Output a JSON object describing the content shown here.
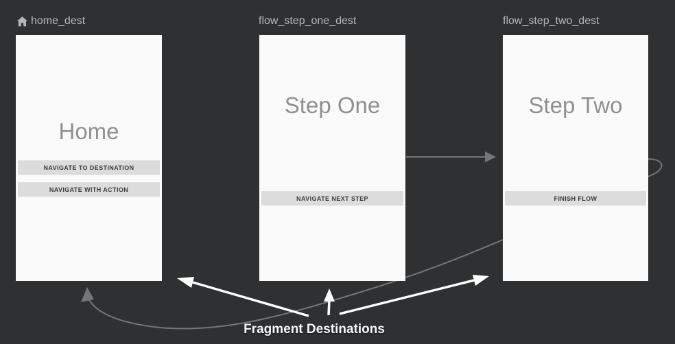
{
  "editor": {
    "kind": "navigation-graph-canvas",
    "background_color": "#2e3032"
  },
  "colors": {
    "card_background": "#fafafa",
    "card_title_text": "#909090",
    "button_background": "#dcdcdc",
    "button_text": "#3d3d3d",
    "destination_label_text": "#b4b7b9",
    "action_arrow": "#73767a",
    "annotation_arrow": "#ffffff"
  },
  "destinations": [
    {
      "id": "home_dest",
      "label": "home_dest",
      "is_start_destination": true,
      "title": "Home",
      "buttons": [
        "NAVIGATE TO DESTINATION",
        "NAVIGATE WITH ACTION"
      ]
    },
    {
      "id": "flow_step_one_dest",
      "label": "flow_step_one_dest",
      "is_start_destination": false,
      "title": "Step One",
      "buttons": [
        "NAVIGATE NEXT STEP"
      ]
    },
    {
      "id": "flow_step_two_dest",
      "label": "flow_step_two_dest",
      "is_start_destination": false,
      "title": "Step Two",
      "buttons": [
        "FINISH FLOW"
      ]
    }
  ],
  "actions": [
    {
      "from": "flow_step_one_dest",
      "to": "flow_step_two_dest",
      "shape": "straight-right-arrow"
    },
    {
      "from": "flow_step_two_dest",
      "to": "home_dest",
      "shape": "long-bottom-loop-arrow"
    }
  ],
  "icons": {
    "home": "home-icon (start destination house glyph)"
  },
  "annotation": {
    "label": "Fragment Destinations",
    "arrow_count": 3
  }
}
